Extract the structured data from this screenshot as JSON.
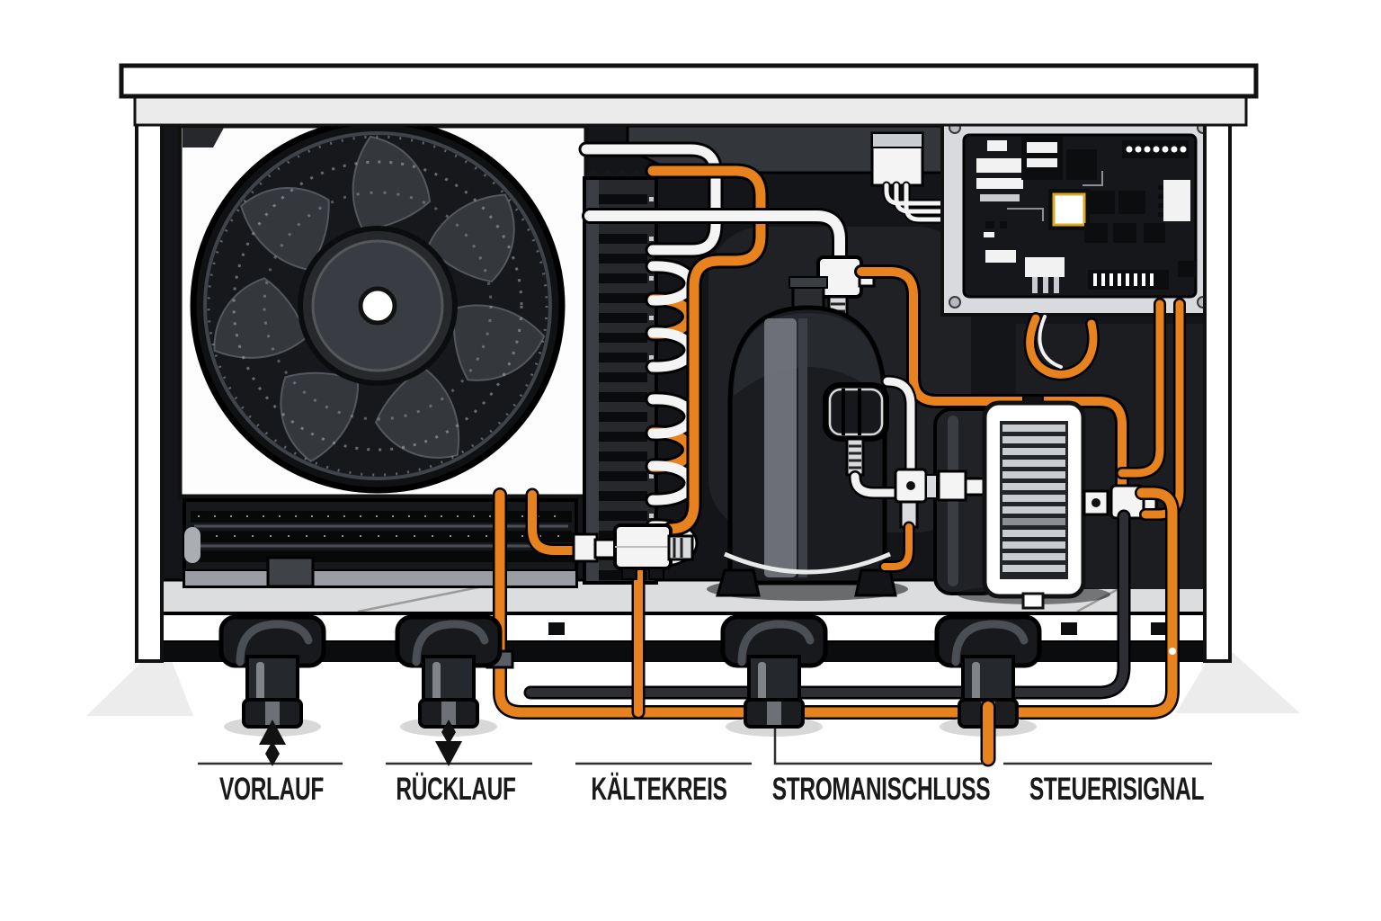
{
  "figure": {
    "kind": "technical-cutaway-illustration",
    "subject": "heat-pump-interior"
  },
  "labels": {
    "vorlauf": {
      "text": "VORLAUF",
      "icon": "up-arrow-icon"
    },
    "ruecklauf": {
      "text": "RÜCKLAUF",
      "icon": "down-arrow-icon"
    },
    "kaeltekreis": {
      "text": "KÄLTEKREIS",
      "icon": ""
    },
    "stromanschluss": {
      "text": "STROMANISCHLUSS",
      "icon": ""
    },
    "steuersignal": {
      "text": "STEUERISIGNAL",
      "icon": ""
    }
  },
  "components": [
    "fan",
    "fan-panel",
    "horizontal-coil",
    "evaporator-coil",
    "compressor",
    "terminal-box",
    "control-board",
    "plate-heat-exchanger",
    "expansion-valve",
    "water-port-vorlauf",
    "water-port-ruecklauf",
    "conduit-port-power",
    "conduit-port-signal",
    "refrigerant-lines",
    "power-cable",
    "signal-wire"
  ],
  "colors": {
    "accent_orange": "#E8821E",
    "cabinet_white": "#FFFFFF",
    "interior_black": "#141518",
    "metal_light": "#DCDDDF",
    "metal_mid": "#55585E",
    "label_text": "#1A1A1A",
    "leader_line": "#2F2F2F"
  }
}
